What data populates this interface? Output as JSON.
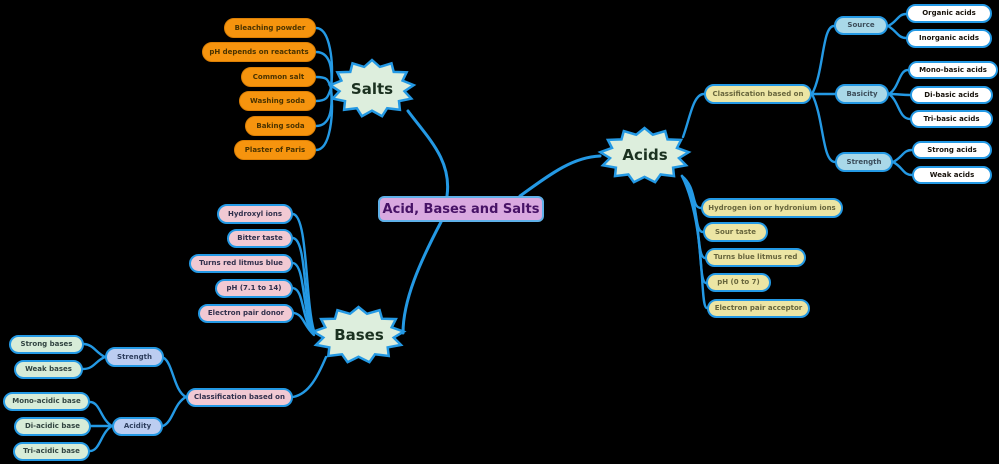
{
  "title": "Acid, Bases and Salts mind map",
  "colors": {
    "background": "#000000",
    "connector_blue": "#2499e4",
    "topic_fill": "#ddeedd",
    "center_fill": "#d9a9e0",
    "center_text": "#471266",
    "salts_item_fill": "#f6940e",
    "acids_item_fill": "#ece5a4",
    "acids_subtopic_fill": "#a9d8e8",
    "acids_leaf_fill": "#ffffff",
    "bases_item_fill": "#f1c9d3",
    "bases_subtopic_fill": "#bccdf1",
    "bases_leaf_fill": "#d7ecd8"
  },
  "center": {
    "label": "Acid, Bases and Salts"
  },
  "salts": {
    "label": "Salts",
    "items": [
      "Bleaching powder",
      "pH depends on reactants",
      "Common salt",
      "Washing soda",
      "Baking soda",
      "Plaster of Paris"
    ]
  },
  "acids": {
    "label": "Acids",
    "classification": {
      "label": "Classification based on",
      "groups": [
        {
          "label": "Source",
          "items": [
            "Organic acids",
            "Inorganic acids"
          ]
        },
        {
          "label": "Basicity",
          "items": [
            "Mono-basic acids",
            "Di-basic acids",
            "Tri-basic acids"
          ]
        },
        {
          "label": "Strength",
          "items": [
            "Strong acids",
            "Weak acids"
          ]
        }
      ]
    },
    "properties": [
      "Hydrogen ion or hydronium ions",
      "Sour taste",
      "Turns blue litmus red",
      "pH (0 to 7)",
      "Electron pair acceptor"
    ]
  },
  "bases": {
    "label": "Bases",
    "properties": [
      "Hydroxyl ions",
      "Bitter taste",
      "Turns red litmus blue",
      "pH (7.1 to 14)",
      "Electron pair donor"
    ],
    "classification": {
      "label": "Classification based on",
      "groups": [
        {
          "label": "Strength",
          "items": [
            "Strong bases",
            "Weak bases"
          ]
        },
        {
          "label": "Acidity",
          "items": [
            "Mono-acidic base",
            "Di-acidic base",
            "Tri-acidic base"
          ]
        }
      ]
    }
  }
}
